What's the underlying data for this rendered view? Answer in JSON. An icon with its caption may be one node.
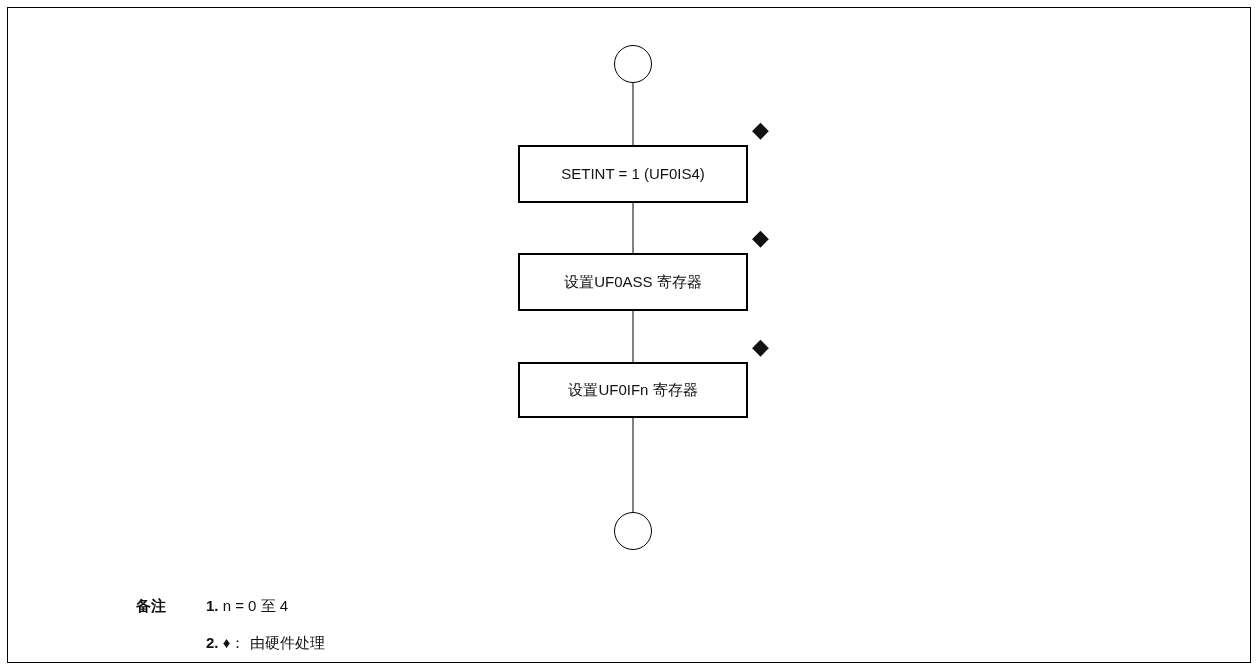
{
  "diagram": {
    "nodes": [
      {
        "text": [],
        "shape": "circle"
      },
      {
        "text": [
          "SETINT = 1 (UF0IS4)"
        ],
        "beside": [
          "◆"
        ]
      },
      {
        "text": [
          "设置UF0ASS 寄存器"
        ],
        "beside": [
          "◆"
        ]
      },
      {
        "text": [
          "设置UF0IFn 寄存器"
        ],
        "beside": [
          "◆"
        ]
      },
      {
        "text": [],
        "shape": "circle"
      }
    ],
    "edges": [
      {
        "from": 0,
        "to": 1,
        "arrow": "none"
      },
      {
        "from": 1,
        "to": 2,
        "arrow": "none"
      },
      {
        "from": 2,
        "to": 3,
        "arrow": "none"
      },
      {
        "from": 3,
        "to": 4,
        "arrow": "none"
      }
    ],
    "labels": [
      "备注",
      "**1.** n = 0 至 4",
      "**2.** ♦： 由硬件处理"
    ]
  }
}
